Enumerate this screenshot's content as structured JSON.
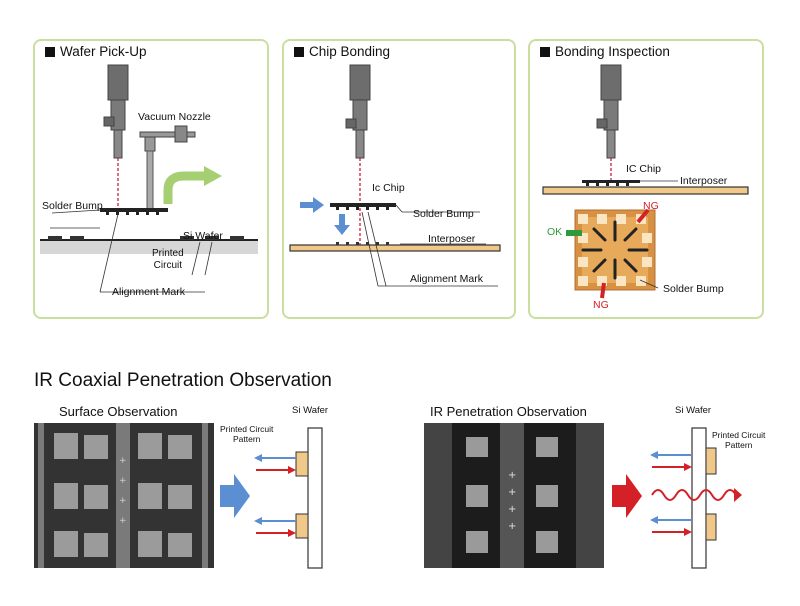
{
  "panels": {
    "pickup": {
      "title": "Wafer Pick-Up",
      "vacuum_nozzle": "Vacuum Nozzle",
      "solder_bump": "Solder Bump",
      "si_wafer": "Si Wafer",
      "printed_circuit": "Printed\nCircuit",
      "alignment_mark": "Alignment Mark"
    },
    "bonding": {
      "title": "Chip Bonding",
      "ic_chip": "Ic Chip",
      "solder_bump": "Solder Bump",
      "interposer": "Interposer",
      "alignment_mark": "Alignment Mark"
    },
    "inspection": {
      "title": "Bonding Inspection",
      "ic_chip": "IC Chip",
      "interposer": "Interposer",
      "ok": "OK",
      "ng_top": "NG",
      "ng_bottom": "NG",
      "solder_bump": "Solder Bump"
    }
  },
  "ir": {
    "heading": "IR Coaxial Penetration Observation",
    "surface": {
      "title": "Surface Observation",
      "si_wafer": "Si Wafer",
      "printed_circuit_pattern": "Printed Circuit\nPattern"
    },
    "penetration": {
      "title": "IR Penetration Observation",
      "si_wafer": "Si Wafer",
      "printed_circuit_pattern": "Printed Circuit\nPattern"
    }
  },
  "colors": {
    "panel_border": "#c9dfa0",
    "interposer": "#f0c98a",
    "arrow_green": "#a6cf72",
    "arrow_blue": "#5b8fd1",
    "arrow_red": "#d42027",
    "ng_red": "#d42027",
    "ok_green": "#2f9a3a",
    "laser_red": "#c8102e"
  }
}
